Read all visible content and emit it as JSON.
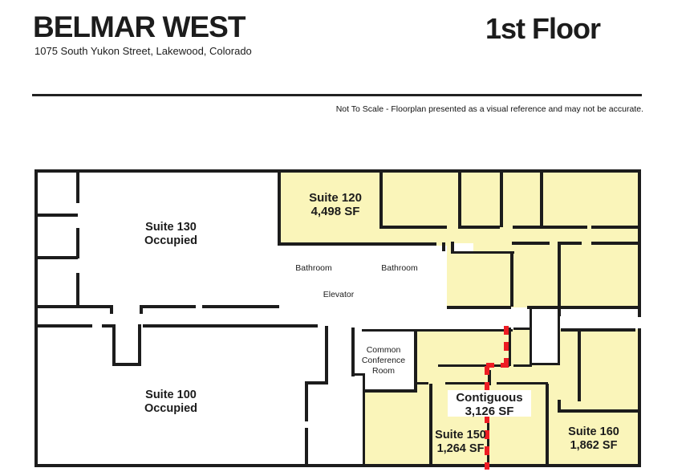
{
  "header": {
    "title": "BELMAR WEST",
    "address": "1075 South Yukon Street, Lakewood, Colorado",
    "floor": "1st Floor",
    "disclaimer": "Not To Scale - Floorplan presented as a visual reference and may not be accurate."
  },
  "suites": {
    "suite130": {
      "name": "Suite 130",
      "info": "Occupied"
    },
    "suite120": {
      "name": "Suite 120",
      "info": "4,498 SF"
    },
    "suite100": {
      "name": "Suite 100",
      "info": "Occupied"
    },
    "suite150": {
      "name": "Suite 150",
      "info": "1,264 SF"
    },
    "suite160": {
      "name": "Suite 160",
      "info": "1,862 SF"
    },
    "contiguous": {
      "name": "Contiguous",
      "info": "3,126 SF"
    }
  },
  "facilities": {
    "bathroom1": "Bathroom",
    "bathroom2": "Bathroom",
    "elevator": "Elevator",
    "conference": {
      "line1": "Common",
      "line2": "Conference",
      "line3": "Room"
    }
  },
  "colors": {
    "available_fill": "#FAF5BA",
    "wall": "#1C1C1C",
    "demising_line": "#ED1C24"
  }
}
